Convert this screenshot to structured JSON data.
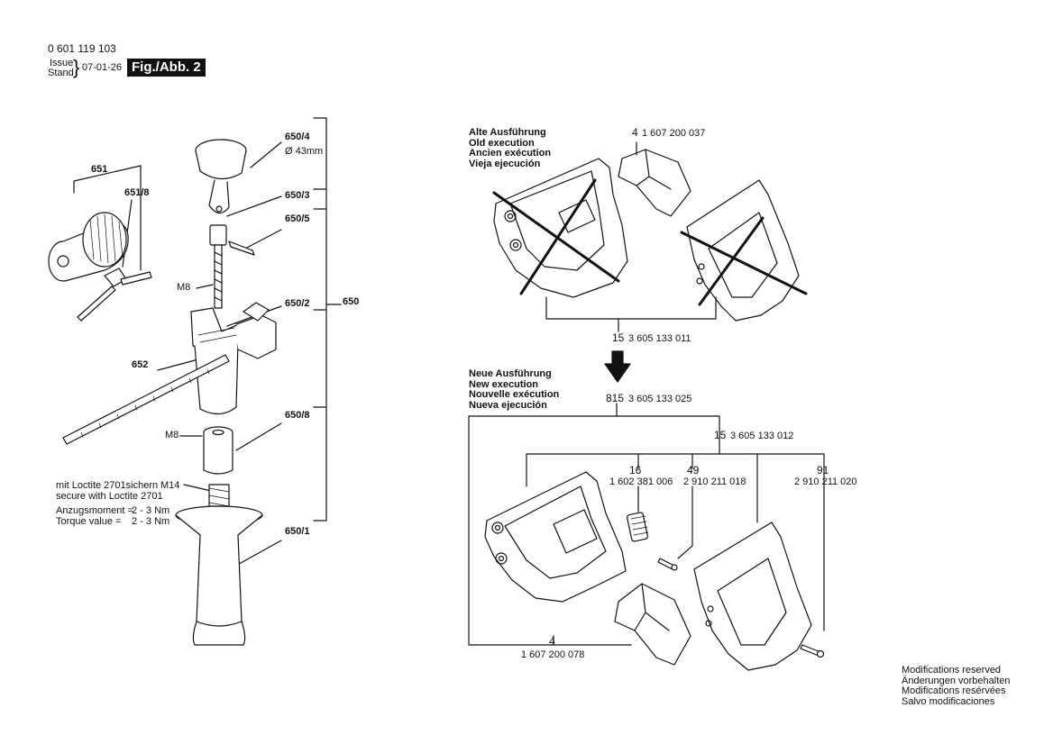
{
  "header": {
    "doc_number": "0 601 119 103",
    "issue_label": "Issue",
    "stand_label": "Stand",
    "date": "07-01-26",
    "figure_label": "Fig./Abb. 2"
  },
  "left": {
    "labels": {
      "p650_4": "650/4",
      "diameter": "Ø 43mm",
      "p651": "651",
      "p651_8": "651/8",
      "p650_3": "650/3",
      "p650_5": "650/5",
      "m8_bolt": "M8",
      "p650_2": "650/2",
      "p650": "650",
      "p652": "652",
      "p650_8": "650/8",
      "m8_nut": "M8",
      "p650_1": "650/1",
      "m14": "M14"
    },
    "loctite": {
      "line1": "mit Loctite 2701sichern",
      "line2": "secure with Loctite 2701",
      "torque_de_label": "Anzugsmoment =",
      "torque_de_value": "2 - 3 Nm",
      "torque_en_label": "Torque value =",
      "torque_en_value": "2 - 3 Nm"
    }
  },
  "right": {
    "old": {
      "lines": [
        "Alte Ausführung",
        "Old execution",
        "Ancien exécution",
        "Vieja ejecución"
      ],
      "part4_num": "4",
      "part4_code": "1 607 200 037",
      "p15_num": "15",
      "p15_code": "3 605 133 011"
    },
    "new": {
      "lines": [
        "Neue Ausführung",
        "New execution",
        "Nouvelle exécution",
        "Nueva ejecución"
      ],
      "p815_num": "815",
      "p815_code": "3 605 133 025",
      "p15_num": "15",
      "p15_code": "3 605 133 012",
      "p16_num": "16",
      "p16_code": "1 602 381 006",
      "p49_num": "49",
      "p49_code": "2 910 211 018",
      "p91_num": "91",
      "p91_code": "2 910 211 020",
      "p4_num": "4",
      "p4_code": "1 607 200 078"
    }
  },
  "footer": {
    "lines": [
      "Modifications reserved",
      "Änderungen vorbehalten",
      "Modifications resérvées",
      "Salvo modificaciones"
    ]
  }
}
